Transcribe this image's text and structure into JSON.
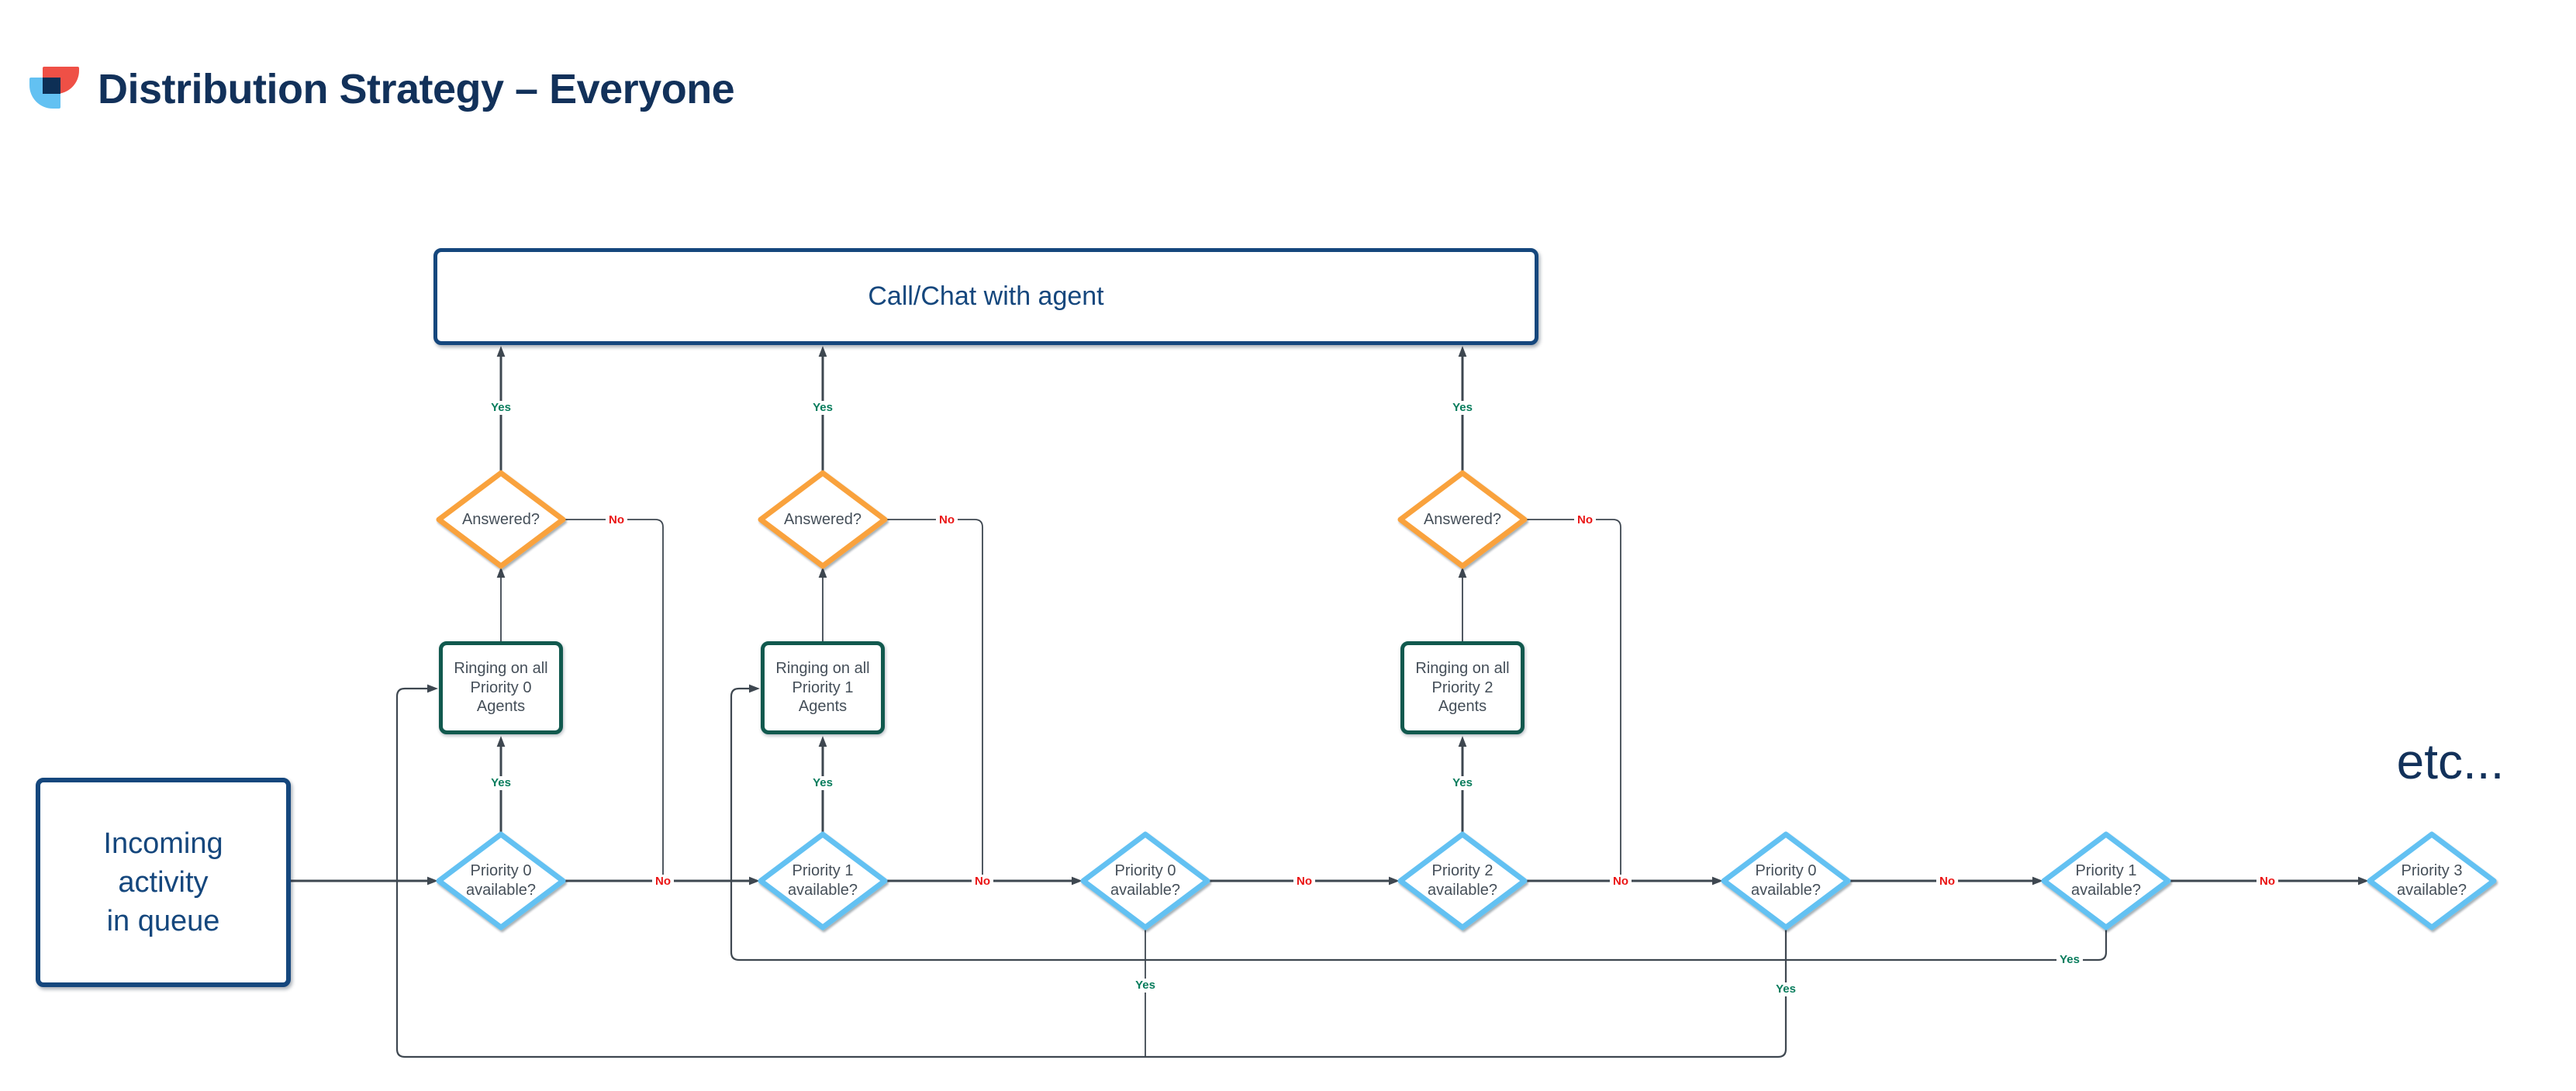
{
  "title": "Distribution Strategy – Everyone",
  "edge_labels": {
    "yes": "Yes",
    "no": "No"
  },
  "nodes": {
    "incoming": {
      "label": "Incoming\nactivity\nin queue"
    },
    "call_chat": {
      "label": "Call/Chat with agent"
    },
    "ring0": {
      "label": "Ringing on all\nPriority 0\nAgents"
    },
    "ring1": {
      "label": "Ringing on all\nPriority 1\nAgents"
    },
    "ring2": {
      "label": "Ringing on all\nPriority 2\nAgents"
    },
    "answered1": {
      "label": "Answered?"
    },
    "answered2": {
      "label": "Answered?"
    },
    "answered3": {
      "label": "Answered?"
    },
    "priority_a": {
      "label": "Priority 0\navailable?"
    },
    "priority_b": {
      "label": "Priority 1\navailable?"
    },
    "priority_c": {
      "label": "Priority 0\navailable?"
    },
    "priority_d": {
      "label": "Priority 2\navailable?"
    },
    "priority_e": {
      "label": "Priority 0\navailable?"
    },
    "priority_f": {
      "label": "Priority 1\navailable?"
    },
    "priority_g": {
      "label": "Priority 3\navailable?"
    },
    "etc_note": {
      "label": "etc..."
    }
  },
  "colors": {
    "box_navy": "#15477d",
    "title_navy": "#12315a",
    "process_teal": "#11594e",
    "decision_blue": "#63c1f2",
    "decision_orange": "#f9a23c",
    "connector_line": "#3e4750",
    "yes_green": "#077c5c",
    "no_red": "#ea1414",
    "shape_text": "#454f59",
    "logo_red": "#ef5046",
    "logo_light_blue": "#63c1f2",
    "logo_navy": "#0d2f55"
  }
}
